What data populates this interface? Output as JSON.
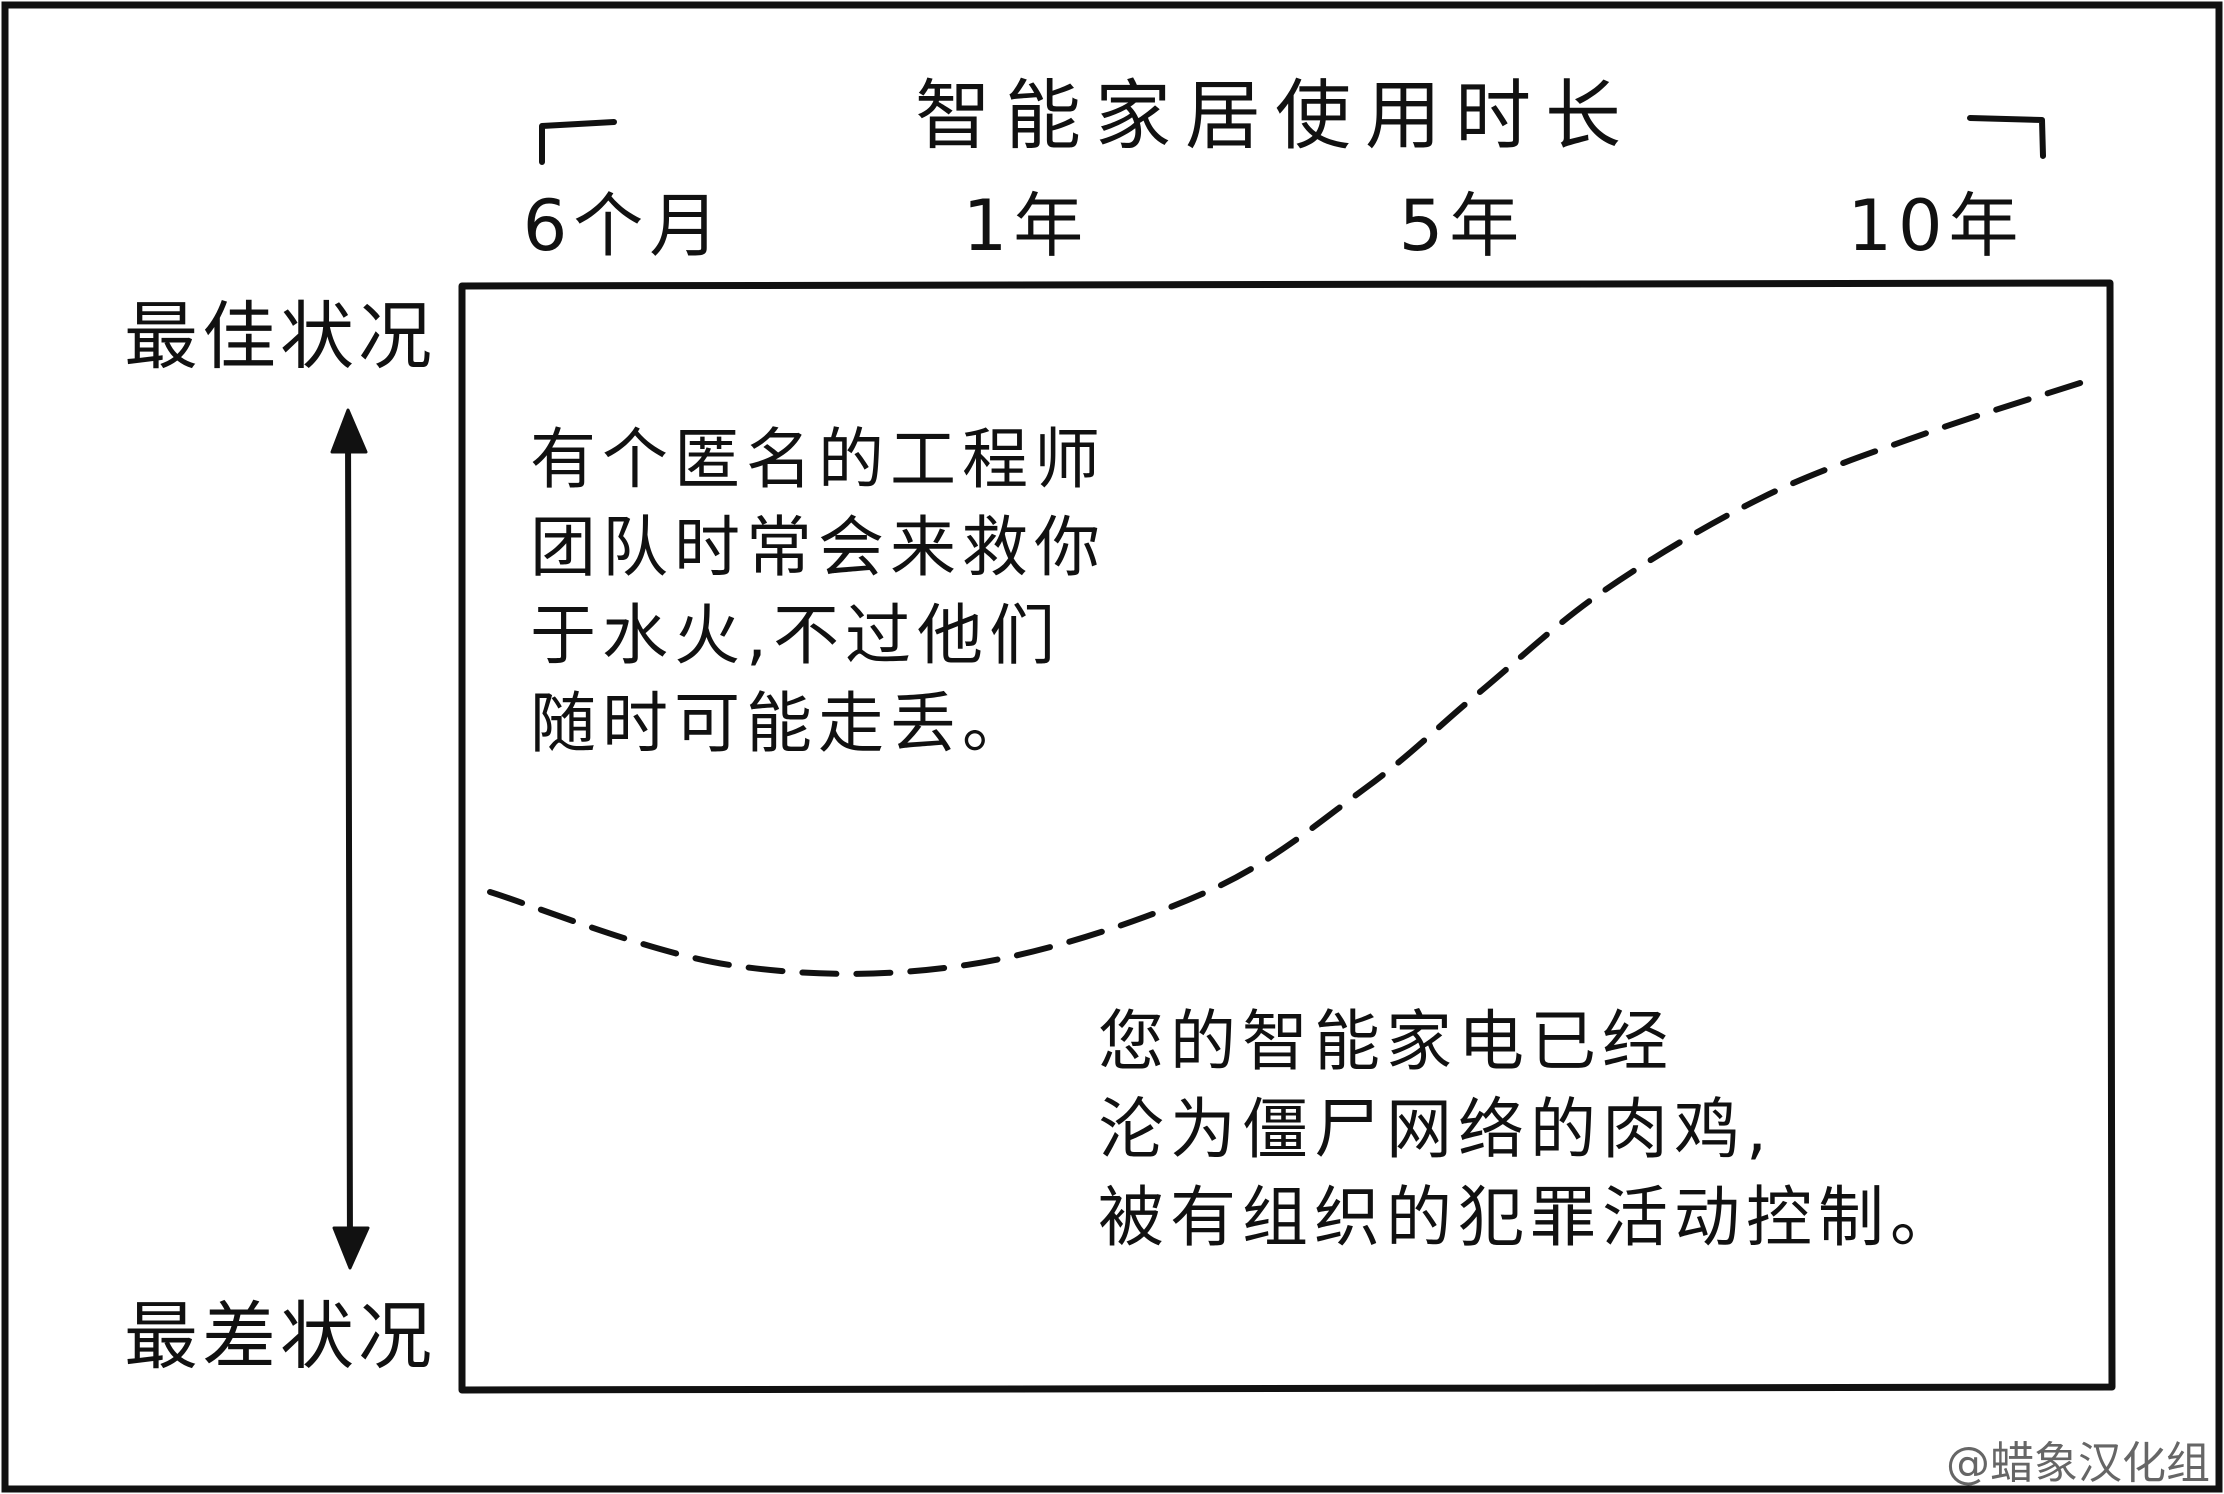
{
  "chart_data": {
    "type": "line",
    "title": "智能家居使用时长",
    "x_ticks": [
      "6个月",
      "1年",
      "5年",
      "10年"
    ],
    "y_top_label": "最佳状况",
    "y_bottom_label": "最差状况",
    "y_range": [
      0,
      1
    ],
    "series": [
      {
        "line_style": "dashed",
        "color": "#111111",
        "x": [
          0.0,
          0.15,
          0.3,
          0.45,
          0.55,
          0.62,
          0.7,
          0.8,
          0.9,
          1.0
        ],
        "y": [
          0.45,
          0.38,
          0.38,
          0.45,
          0.55,
          0.64,
          0.74,
          0.83,
          0.89,
          0.94
        ]
      }
    ],
    "annotations": [
      {
        "lines": [
          "有个匿名的工程师",
          "团队时常会来救你",
          "于水火,不过他们",
          "随时可能走丢。"
        ]
      },
      {
        "lines": [
          "您的智能家电已经",
          "沦为僵尸网络的肉鸡,",
          "被有组织的犯罪活动控制。"
        ]
      }
    ],
    "credit": "@蜡象汉化组"
  }
}
